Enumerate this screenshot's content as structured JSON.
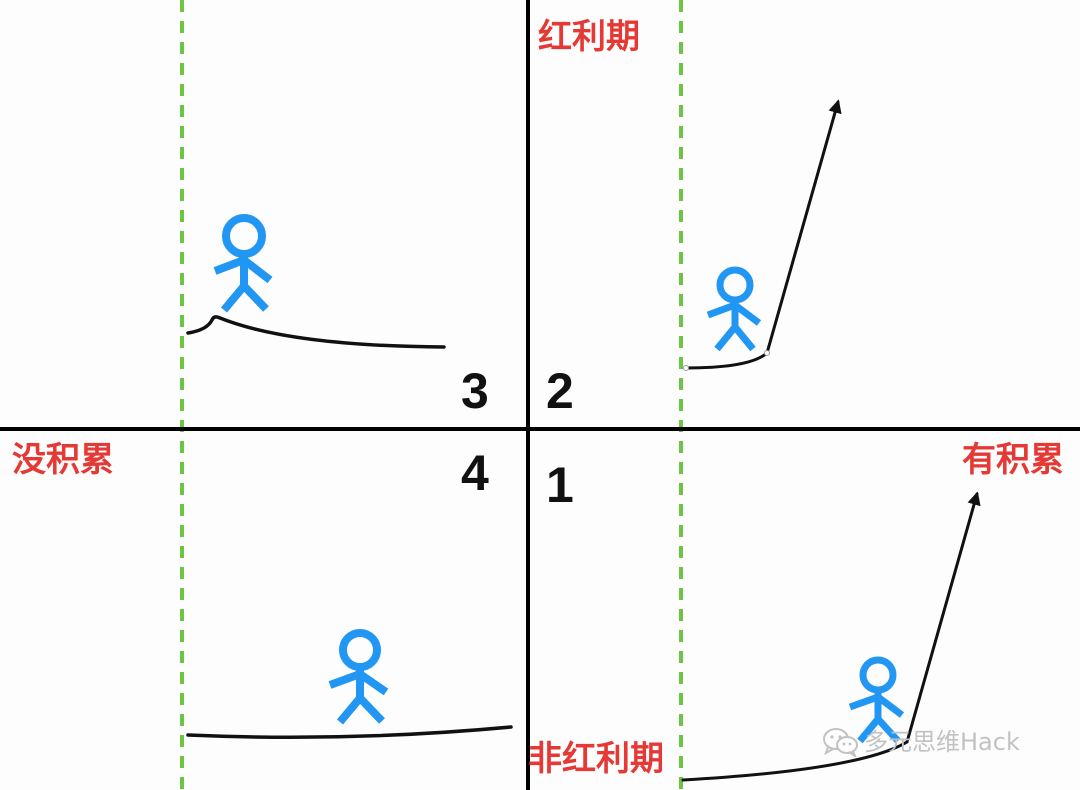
{
  "axes": {
    "top_label": "红利期",
    "bottom_label": "非红利期",
    "left_label": "没积累",
    "right_label": "有积累"
  },
  "quadrants": [
    {
      "number": "1"
    },
    {
      "number": "2"
    },
    {
      "number": "3"
    },
    {
      "number": "4"
    }
  ],
  "colors": {
    "axis": "#000000",
    "label": "#e53935",
    "figure": "#2196f3",
    "dashed_line": "#6cc644",
    "path": "#111111",
    "watermark": "#c2c2c2"
  },
  "watermark": {
    "icon": "wechat-icon",
    "text": "多元思维Hack"
  }
}
